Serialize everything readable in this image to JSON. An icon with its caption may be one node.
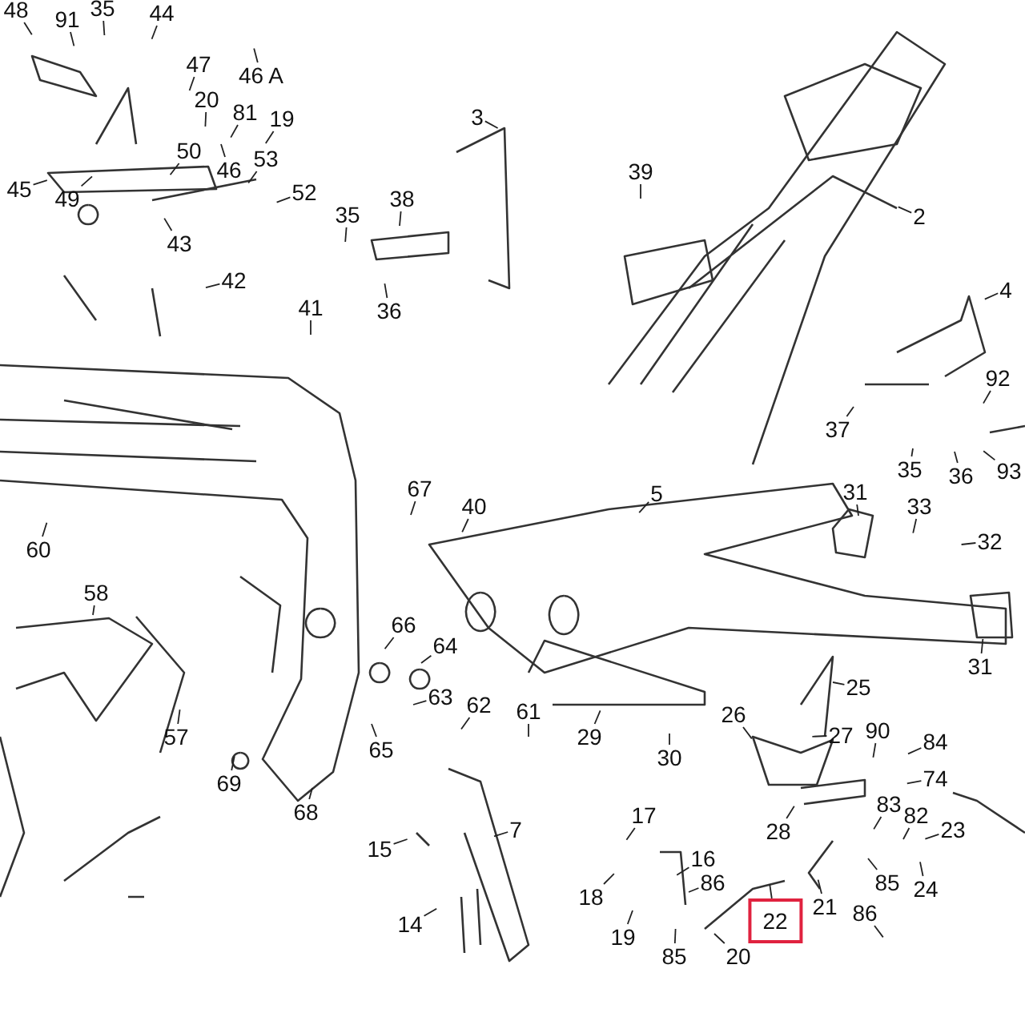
{
  "diagram": {
    "nodes": [
      {
        "text": [
          "48"
        ]
      },
      {
        "text": [
          "91"
        ]
      },
      {
        "text": [
          "35"
        ]
      },
      {
        "text": [
          "44"
        ]
      },
      {
        "text": [
          "47"
        ]
      },
      {
        "text": [
          "46 A"
        ]
      },
      {
        "text": [
          "20"
        ]
      },
      {
        "text": [
          "81"
        ]
      },
      {
        "text": [
          "19"
        ]
      },
      {
        "text": [
          "50"
        ]
      },
      {
        "text": [
          "46"
        ]
      },
      {
        "text": [
          "53"
        ]
      },
      {
        "text": [
          "45"
        ]
      },
      {
        "text": [
          "49"
        ]
      },
      {
        "text": [
          "52"
        ]
      },
      {
        "text": [
          "43"
        ]
      },
      {
        "text": [
          "42"
        ]
      },
      {
        "text": [
          "35"
        ]
      },
      {
        "text": [
          "38"
        ]
      },
      {
        "text": [
          "3"
        ]
      },
      {
        "text": [
          "39"
        ]
      },
      {
        "text": [
          "2"
        ]
      },
      {
        "text": [
          "36"
        ]
      },
      {
        "text": [
          "41"
        ]
      },
      {
        "text": [
          "4"
        ]
      },
      {
        "text": [
          "92"
        ]
      },
      {
        "text": [
          "93"
        ]
      },
      {
        "text": [
          "37"
        ]
      },
      {
        "text": [
          "35"
        ]
      },
      {
        "text": [
          "36"
        ]
      },
      {
        "text": [
          "67"
        ]
      },
      {
        "text": [
          "40"
        ]
      },
      {
        "text": [
          "60"
        ]
      },
      {
        "text": [
          "58"
        ]
      },
      {
        "text": [
          "5"
        ]
      },
      {
        "text": [
          "31"
        ]
      },
      {
        "text": [
          "33"
        ]
      },
      {
        "text": [
          "32"
        ]
      },
      {
        "text": [
          "31"
        ]
      },
      {
        "text": [
          "66"
        ]
      },
      {
        "text": [
          "64"
        ]
      },
      {
        "text": [
          "63"
        ]
      },
      {
        "text": [
          "62"
        ]
      },
      {
        "text": [
          "61"
        ]
      },
      {
        "text": [
          "57"
        ]
      },
      {
        "text": [
          "65"
        ]
      },
      {
        "text": [
          "29"
        ]
      },
      {
        "text": [
          "30"
        ]
      },
      {
        "text": [
          "26"
        ]
      },
      {
        "text": [
          "25"
        ]
      },
      {
        "text": [
          "27"
        ]
      },
      {
        "text": [
          "90"
        ]
      },
      {
        "text": [
          "84"
        ]
      },
      {
        "text": [
          "74"
        ]
      },
      {
        "text": [
          "69"
        ]
      },
      {
        "text": [
          "68"
        ]
      },
      {
        "text": [
          "28"
        ]
      },
      {
        "text": [
          "83"
        ]
      },
      {
        "text": [
          "82"
        ]
      },
      {
        "text": [
          "23"
        ]
      },
      {
        "text": [
          "17"
        ]
      },
      {
        "text": [
          "16"
        ]
      },
      {
        "text": [
          "7"
        ]
      },
      {
        "text": [
          "15"
        ]
      },
      {
        "text": [
          "86"
        ]
      },
      {
        "text": [
          "21"
        ]
      },
      {
        "text": [
          "85"
        ]
      },
      {
        "text": [
          "24"
        ]
      },
      {
        "text": [
          "86"
        ]
      },
      {
        "text": [
          "18"
        ]
      },
      {
        "text": [
          "14"
        ]
      },
      {
        "text": [
          "19"
        ]
      },
      {
        "text": [
          "85"
        ]
      },
      {
        "text": [
          "20"
        ]
      },
      {
        "text": [
          "22"
        ]
      }
    ],
    "edges": [
      {
        "from": 0,
        "to": null,
        "arrow": "none"
      },
      {
        "from": 1,
        "to": null,
        "arrow": "none"
      },
      {
        "from": 2,
        "to": null,
        "arrow": "none"
      },
      {
        "from": 3,
        "to": null,
        "arrow": "none"
      },
      {
        "from": 4,
        "to": null,
        "arrow": "none"
      },
      {
        "from": 5,
        "to": null,
        "arrow": "none"
      },
      {
        "from": 6,
        "to": null,
        "arrow": "none"
      },
      {
        "from": 7,
        "to": null,
        "arrow": "none"
      },
      {
        "from": 8,
        "to": null,
        "arrow": "none"
      },
      {
        "from": 9,
        "to": null,
        "arrow": "none"
      },
      {
        "from": 10,
        "to": null,
        "arrow": "none"
      },
      {
        "from": 11,
        "to": null,
        "arrow": "none"
      },
      {
        "from": 12,
        "to": null,
        "arrow": "none"
      },
      {
        "from": 13,
        "to": null,
        "arrow": "none"
      },
      {
        "from": 14,
        "to": null,
        "arrow": "none"
      },
      {
        "from": 15,
        "to": null,
        "arrow": "none"
      },
      {
        "from": 16,
        "to": null,
        "arrow": "none"
      },
      {
        "from": 17,
        "to": null,
        "arrow": "none"
      },
      {
        "from": 18,
        "to": null,
        "arrow": "none"
      },
      {
        "from": 19,
        "to": null,
        "arrow": "none"
      },
      {
        "from": 20,
        "to": null,
        "arrow": "none"
      },
      {
        "from": 21,
        "to": null,
        "arrow": "none"
      },
      {
        "from": 22,
        "to": null,
        "arrow": "none"
      },
      {
        "from": 23,
        "to": null,
        "arrow": "none"
      },
      {
        "from": 24,
        "to": null,
        "arrow": "none"
      },
      {
        "from": 25,
        "to": null,
        "arrow": "none"
      },
      {
        "from": 26,
        "to": null,
        "arrow": "none"
      },
      {
        "from": 27,
        "to": null,
        "arrow": "none"
      },
      {
        "from": 28,
        "to": null,
        "arrow": "none"
      },
      {
        "from": 29,
        "to": null,
        "arrow": "none"
      },
      {
        "from": 30,
        "to": null,
        "arrow": "none"
      },
      {
        "from": 31,
        "to": null,
        "arrow": "none"
      },
      {
        "from": 32,
        "to": null,
        "arrow": "none"
      },
      {
        "from": 33,
        "to": null,
        "arrow": "none"
      },
      {
        "from": 34,
        "to": null,
        "arrow": "none"
      },
      {
        "from": 35,
        "to": null,
        "arrow": "none"
      },
      {
        "from": 36,
        "to": null,
        "arrow": "none"
      },
      {
        "from": 37,
        "to": null,
        "arrow": "none"
      },
      {
        "from": 38,
        "to": null,
        "arrow": "none"
      },
      {
        "from": 39,
        "to": null,
        "arrow": "none"
      },
      {
        "from": 40,
        "to": null,
        "arrow": "none"
      },
      {
        "from": 41,
        "to": null,
        "arrow": "none"
      },
      {
        "from": 42,
        "to": null,
        "arrow": "none"
      },
      {
        "from": 43,
        "to": null,
        "arrow": "none"
      },
      {
        "from": 44,
        "to": null,
        "arrow": "none"
      },
      {
        "from": 45,
        "to": null,
        "arrow": "none"
      },
      {
        "from": 46,
        "to": null,
        "arrow": "none"
      },
      {
        "from": 47,
        "to": null,
        "arrow": "none"
      },
      {
        "from": 48,
        "to": null,
        "arrow": "none"
      },
      {
        "from": 49,
        "to": null,
        "arrow": "none"
      },
      {
        "from": 50,
        "to": null,
        "arrow": "none"
      },
      {
        "from": 51,
        "to": null,
        "arrow": "none"
      },
      {
        "from": 52,
        "to": null,
        "arrow": "none"
      },
      {
        "from": 53,
        "to": null,
        "arrow": "none"
      },
      {
        "from": 54,
        "to": null,
        "arrow": "none"
      },
      {
        "from": 55,
        "to": null,
        "arrow": "none"
      },
      {
        "from": 56,
        "to": null,
        "arrow": "none"
      },
      {
        "from": 57,
        "to": null,
        "arrow": "none"
      },
      {
        "from": 58,
        "to": null,
        "arrow": "none"
      },
      {
        "from": 59,
        "to": null,
        "arrow": "none"
      },
      {
        "from": 60,
        "to": null,
        "arrow": "none"
      },
      {
        "from": 61,
        "to": null,
        "arrow": "none"
      },
      {
        "from": 62,
        "to": null,
        "arrow": "none"
      },
      {
        "from": 63,
        "to": null,
        "arrow": "none"
      },
      {
        "from": 64,
        "to": null,
        "arrow": "none"
      },
      {
        "from": 65,
        "to": null,
        "arrow": "none"
      },
      {
        "from": 66,
        "to": null,
        "arrow": "none"
      },
      {
        "from": 67,
        "to": null,
        "arrow": "none"
      },
      {
        "from": 68,
        "to": null,
        "arrow": "none"
      },
      {
        "from": 69,
        "to": null,
        "arrow": "none"
      },
      {
        "from": 70,
        "to": null,
        "arrow": "none"
      },
      {
        "from": 71,
        "to": null,
        "arrow": "none"
      },
      {
        "from": 72,
        "to": null,
        "arrow": "none"
      },
      {
        "from": 73,
        "to": null,
        "arrow": "none"
      },
      {
        "from": 74,
        "to": null,
        "arrow": "none"
      }
    ]
  }
}
